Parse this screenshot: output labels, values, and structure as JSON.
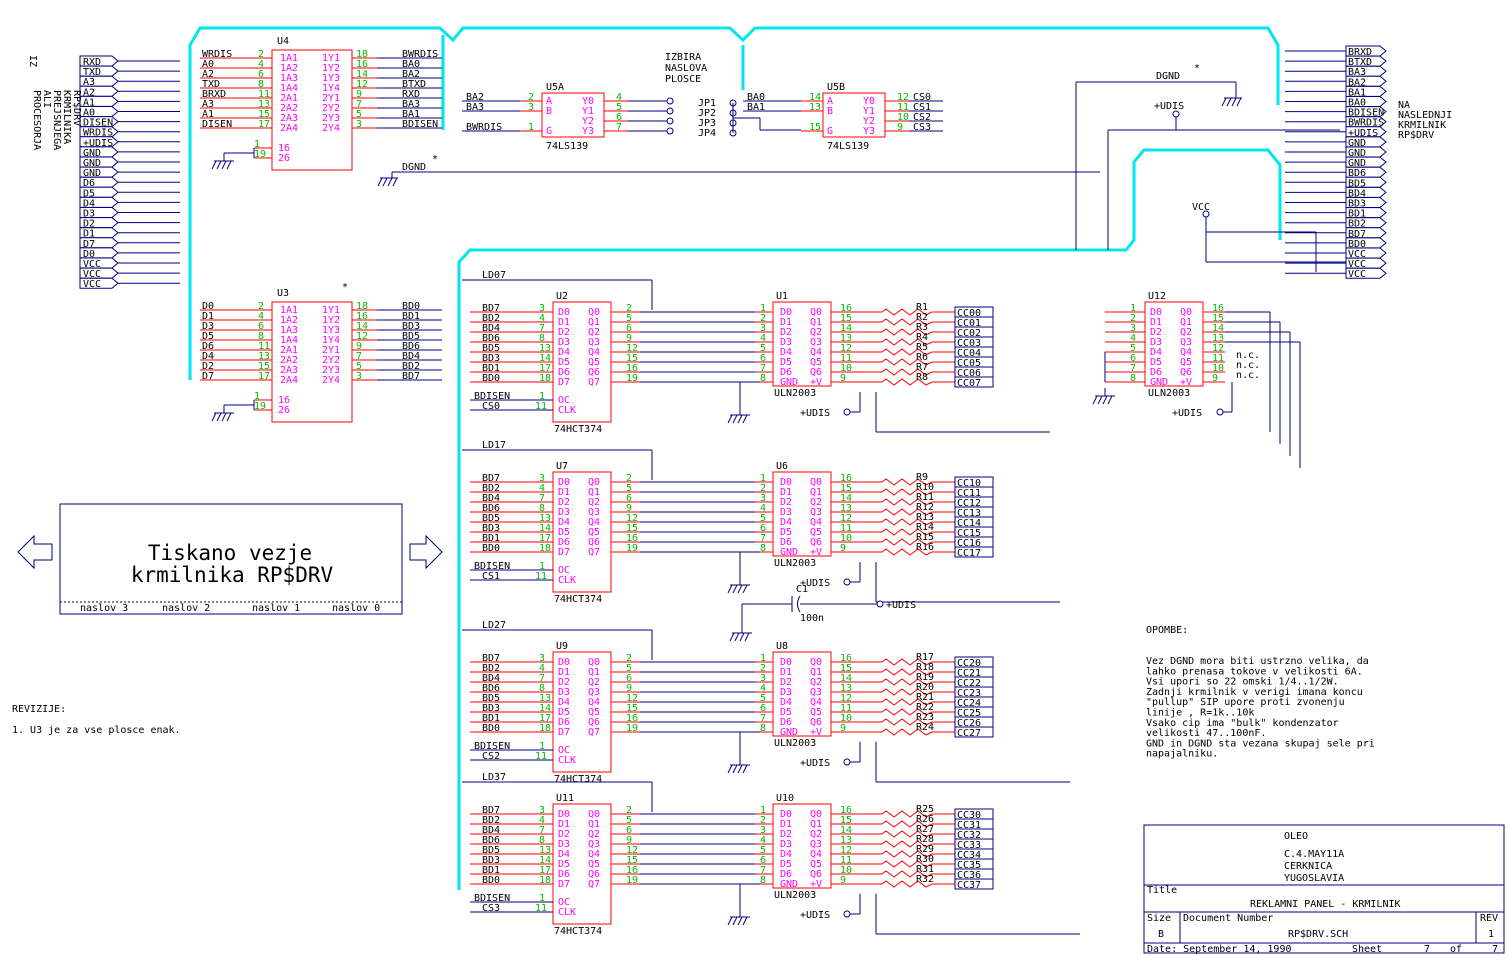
{
  "left_connector": {
    "side_label": "IZ",
    "vertical_label": [
      "PROCESORJA",
      "ALI",
      "PREJSNJEGA",
      "KRMILNIKA",
      "RP$DRV"
    ],
    "pins": [
      "RXD",
      "TXD",
      "A3",
      "A2",
      "A1",
      "A0",
      "DISEN",
      "WRDIS",
      "+UDIS",
      "GND",
      "GND",
      "GND",
      "D6",
      "D5",
      "D4",
      "D3",
      "D2",
      "D1",
      "D7",
      "D0",
      "VCC",
      "VCC",
      "VCC"
    ]
  },
  "right_connector": {
    "label_lines": [
      "NA",
      "NASLEDNJI",
      "KRMILNIK",
      "RP$DRV"
    ],
    "pins": [
      "BRXD",
      "BTXD",
      "BA3",
      "BA2",
      "BA1",
      "BA0",
      "BDISEN",
      "BWRDIS",
      "+UDIS",
      "GND",
      "GND",
      "GND",
      "BD6",
      "BD5",
      "BD4",
      "BD3",
      "BD1",
      "BD2",
      "BD7",
      "BD0",
      "VCC",
      "VCC",
      "VCC"
    ]
  },
  "u4": {
    "ref": "U4",
    "part": "74LS244",
    "in_nets": [
      "WRDIS",
      "A0",
      "A2",
      "TXD",
      "BRXD",
      "A3",
      "A1",
      "DISEN"
    ],
    "in_pins": [
      "2",
      "4",
      "6",
      "8",
      "11",
      "13",
      "15",
      "17"
    ],
    "in_names": [
      "1A1",
      "1A2",
      "1A3",
      "1A4",
      "2A1",
      "2A2",
      "2A3",
      "2A4"
    ],
    "out_names": [
      "1Y1",
      "1Y2",
      "1Y3",
      "1Y4",
      "2Y1",
      "2Y2",
      "2Y3",
      "2Y4"
    ],
    "out_pins": [
      "18",
      "16",
      "14",
      "12",
      "9",
      "7",
      "5",
      "3"
    ],
    "out_nets": [
      "BWRDIS",
      "BA0",
      "BA2",
      "BTXD",
      "RXD",
      "BA3",
      "BA1",
      "BDISEN"
    ],
    "oe_pins": [
      "1",
      "19"
    ],
    "oe_names": [
      "16",
      "26"
    ]
  },
  "u3": {
    "ref": "U3",
    "part": "74LS244",
    "star": "*",
    "in_nets": [
      "D0",
      "D1",
      "D3",
      "D5",
      "D6",
      "D4",
      "D2",
      "D7"
    ],
    "in_pins": [
      "2",
      "4",
      "6",
      "8",
      "11",
      "13",
      "15",
      "17"
    ],
    "in_names": [
      "1A1",
      "1A2",
      "1A3",
      "1A4",
      "2A1",
      "2A2",
      "2A3",
      "2A4"
    ],
    "out_names": [
      "1Y1",
      "1Y2",
      "1Y3",
      "1Y4",
      "2Y1",
      "2Y2",
      "2Y3",
      "2Y4"
    ],
    "out_pins": [
      "18",
      "16",
      "14",
      "12",
      "9",
      "7",
      "5",
      "3"
    ],
    "out_nets": [
      "BD0",
      "BD1",
      "BD3",
      "BD5",
      "BD6",
      "BD4",
      "BD2",
      "BD7"
    ],
    "oe_pins": [
      "1",
      "19"
    ],
    "oe_names": [
      "16",
      "26"
    ]
  },
  "u5a": {
    "ref": "U5A",
    "part": "74LS139",
    "nets": [
      "BA2",
      "BA3",
      "BWRDIS"
    ],
    "pins": [
      "2",
      "3",
      "1"
    ],
    "names": [
      "A",
      "B",
      "G"
    ],
    "out_names": [
      "Y0",
      "Y1",
      "Y2",
      "Y3"
    ],
    "out_pins": [
      "4",
      "5",
      "6",
      "7"
    ]
  },
  "u5b": {
    "ref": "U5B",
    "part": "74LS139",
    "nets": [
      "BA0",
      "BA1"
    ],
    "pins": [
      "14",
      "13",
      "15"
    ],
    "names": [
      "A",
      "B",
      "G"
    ],
    "out_names": [
      "Y0",
      "Y1",
      "Y2",
      "Y3"
    ],
    "out_pins": [
      "12",
      "11",
      "10",
      "9"
    ],
    "out_nets": [
      "CS0",
      "CS1",
      "CS2",
      "CS3"
    ]
  },
  "jumpers": {
    "title": [
      "IZBIRA",
      "NASLOVA",
      "PLOSCE"
    ],
    "labels": [
      "JP1",
      "JP2",
      "JP3",
      "JP4"
    ]
  },
  "dgnd_labels": [
    "DGND",
    "DGND"
  ],
  "udis_label": "+UDIS",
  "vcc_label": "VCC",
  "latches": [
    {
      "ref": "U2",
      "part": "74HCT374",
      "ld": "LD07",
      "cs": "CS0"
    },
    {
      "ref": "U7",
      "part": "74HCT374",
      "ld": "LD17",
      "cs": "CS1"
    },
    {
      "ref": "U9",
      "part": "74HCT374",
      "ld": "LD27",
      "cs": "CS2"
    },
    {
      "ref": "U11",
      "part": "74HCT374",
      "ld": "LD37",
      "cs": "CS3"
    }
  ],
  "latch_in_nets": [
    "BD7",
    "BD2",
    "BD4",
    "BD6",
    "BD5",
    "BD3",
    "BD1",
    "BD0"
  ],
  "latch_in_pins": [
    "3",
    "4",
    "7",
    "8",
    "13",
    "14",
    "17",
    "18"
  ],
  "latch_in_names": [
    "D0",
    "D1",
    "D2",
    "D3",
    "D4",
    "D5",
    "D6",
    "D7"
  ],
  "latch_out_names": [
    "Q0",
    "Q1",
    "Q2",
    "Q3",
    "Q4",
    "Q5",
    "Q6",
    "Q7"
  ],
  "latch_out_pins": [
    "2",
    "5",
    "6",
    "9",
    "12",
    "15",
    "16",
    "19"
  ],
  "latch_ctrl": {
    "oc": "OC",
    "clk": "CLK",
    "pins": [
      "1",
      "11"
    ],
    "bdisen": "BDISEN"
  },
  "drivers": [
    {
      "ref": "U1",
      "part": "ULN2003",
      "rstart": 1,
      "cc": [
        "CC00",
        "CC01",
        "CC02",
        "CC03",
        "CC04",
        "CC05",
        "CC06",
        "CC07"
      ]
    },
    {
      "ref": "U6",
      "part": "ULN2003",
      "rstart": 9,
      "cc": [
        "CC10",
        "CC11",
        "CC12",
        "CC13",
        "CC14",
        "CC15",
        "CC16",
        "CC17"
      ]
    },
    {
      "ref": "U8",
      "part": "ULN2003",
      "rstart": 17,
      "cc": [
        "CC20",
        "CC21",
        "CC22",
        "CC23",
        "CC24",
        "CC25",
        "CC26",
        "CC27"
      ]
    },
    {
      "ref": "U10",
      "part": "ULN2003",
      "rstart": 25,
      "cc": [
        "CC30",
        "CC31",
        "CC32",
        "CC33",
        "CC34",
        "CC35",
        "CC36",
        "CC37"
      ]
    }
  ],
  "uln_in_names": [
    "D0",
    "D1",
    "D2",
    "D3",
    "D4",
    "D5",
    "D6",
    "GND"
  ],
  "uln_out_names": [
    "Q0",
    "Q1",
    "Q2",
    "Q3",
    "Q4",
    "Q5",
    "Q6",
    "+V"
  ],
  "uln_in_pins": [
    "1",
    "2",
    "3",
    "4",
    "5",
    "6",
    "7",
    "8"
  ],
  "uln_out_pins": [
    "16",
    "15",
    "14",
    "13",
    "12",
    "11",
    "10",
    "9"
  ],
  "u12": {
    "ref": "U12",
    "part": "ULN2003",
    "nc": [
      "n.c.",
      "n.c.",
      "n.c."
    ]
  },
  "c1": {
    "ref": "C1",
    "value": "100n"
  },
  "board_box": {
    "lines": [
      "Tiskano vezje",
      "krmilnika RP$DRV"
    ],
    "addresses": [
      "naslov 3",
      "naslov 2",
      "naslov 1",
      "naslov 0"
    ]
  },
  "revisions": {
    "title": "REVIZIJE:",
    "items": [
      "1. U3 je za vse plosce enak."
    ]
  },
  "notes": {
    "title": "OPOMBE:",
    "lines": [
      "Vez DGND mora biti ustrzno velika, da",
      "lahko prenasa tokove v velikosti 6A.",
      "Vsi upori so 22 omski 1/4..1/2W.",
      "Zadnji krmilnik v verigi imana koncu",
      "\"pullup\" SIP upore proti zvonenju",
      "linije , R=1k..10k",
      "Vsako cip ima \"bulk\" kondenzator",
      "velikosti 47..100nF.",
      "GND in DGND sta vezana skupaj sele pri",
      "napajalniku."
    ]
  },
  "title_block": {
    "company": [
      "OLEO",
      "C.4.MAY11A",
      "CERKNICA",
      "YUGOSLAVIA"
    ],
    "title_label": "Title",
    "title": "REKLAMNI PANEL - KRMILNIK",
    "size_label": "Size",
    "size": "B",
    "docnum_label": "Document Number",
    "docnum": "RP$DRV.SCH",
    "rev_label": "REV",
    "rev": "1",
    "date": "Date:  September 14, 1990",
    "sheet_label": "Sheet",
    "sheet": "7",
    "sheet_of": "of",
    "sheet_total": "7"
  }
}
